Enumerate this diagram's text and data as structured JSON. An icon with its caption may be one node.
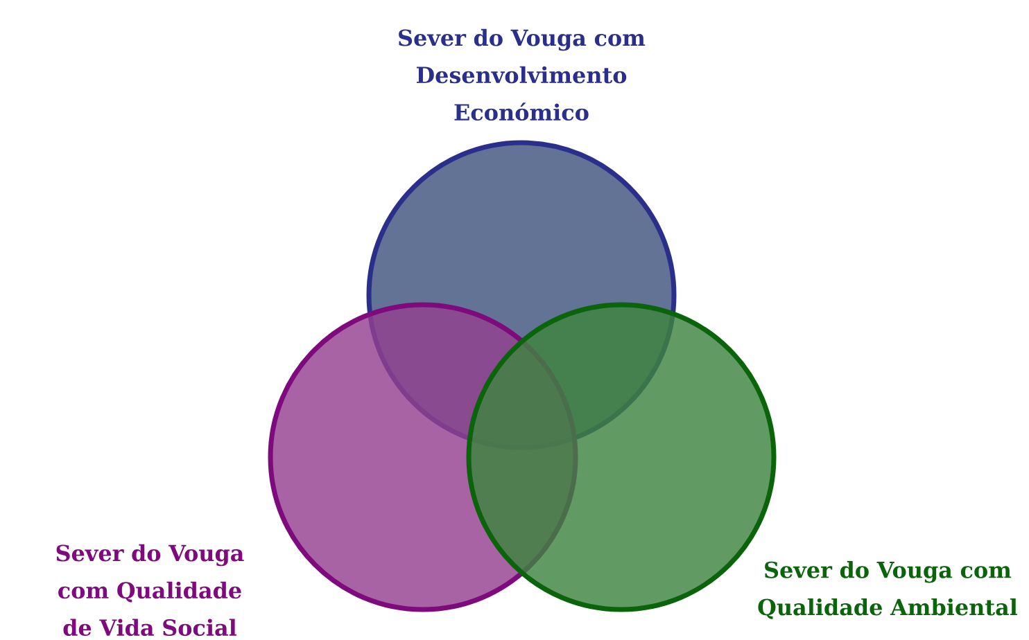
{
  "diagram": {
    "nodes": [
      {
        "text": [
          "Sever do Vouga com Desenvolvimento Económico"
        ]
      },
      {
        "text": [
          "Sever do Vouga com Qualidade de Vida Social"
        ]
      },
      {
        "text": [
          "Sever do Vouga com Qualidade Ambiental"
        ]
      }
    ]
  }
}
